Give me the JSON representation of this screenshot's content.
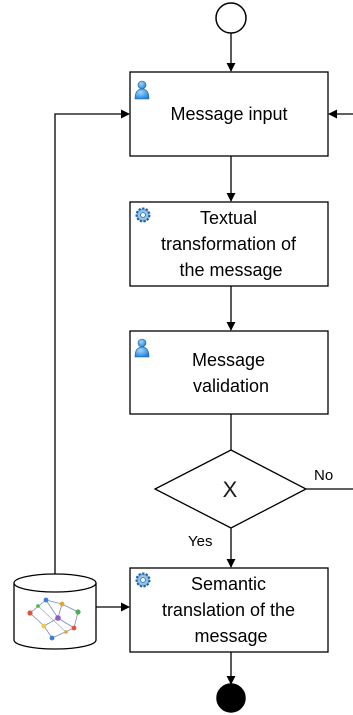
{
  "nodes": {
    "message_input": {
      "label": "Message input",
      "icon": "user-task-icon"
    },
    "textual_transformation": {
      "lines": [
        "Textual",
        "transformation of",
        "the message"
      ],
      "icon": "service-task-icon"
    },
    "message_validation": {
      "lines": [
        "Message",
        "validation"
      ],
      "icon": "user-task-icon"
    },
    "gateway": {
      "label": "X"
    },
    "semantic_translation": {
      "lines": [
        "Semantic",
        "translation of the",
        "message"
      ],
      "icon": "service-task-icon"
    },
    "datastore": {
      "icon": "network-graph-icon"
    }
  },
  "edges": {
    "yes_label": "Yes",
    "no_label": "No"
  }
}
